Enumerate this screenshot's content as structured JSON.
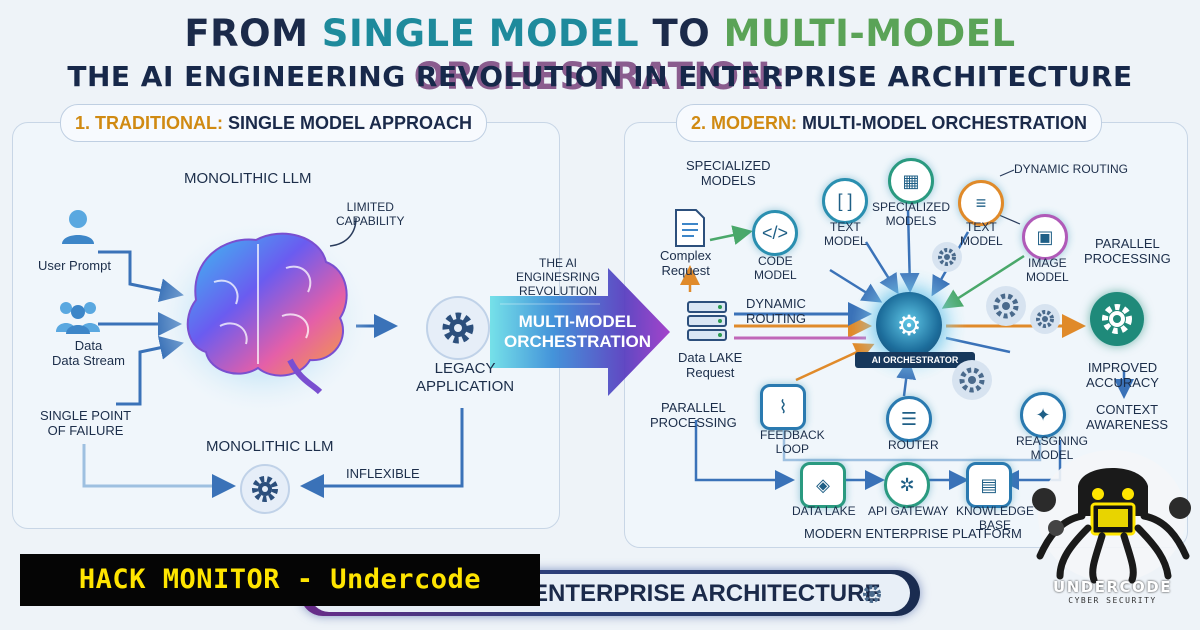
{
  "header": {
    "title_parts": [
      "FROM ",
      "SINGLE MODEL",
      " TO ",
      "MULTI-MODEL",
      " ORCHESTRATION:"
    ],
    "subtitle": "THE AI ENGINEERING REVOLUTION IN ENTERPRISE ARCHITECTURE"
  },
  "left_panel": {
    "heading_number": "1. TRADITIONAL:",
    "heading_rest": "SINGLE MODEL APPROACH",
    "top_title": "MONOLITHIC LLM",
    "limited": "LIMITED\nCAPABILITY",
    "user_prompt": "User Prompt",
    "data_stream": "Data\nData Stream",
    "single_point": "SINGLE POINT\nOF FAILURE",
    "legacy_app": "LEGACY\nAPPLICATION",
    "bottom_title": "MONOLITHIC LLM",
    "inflexible": "INFLEXIBLE"
  },
  "center": {
    "revolution": "THE AI\nENGINESRING\nREVOLUTION",
    "arrow_text": "MULTI-MODEL\nORCHESTRATION"
  },
  "right_panel": {
    "heading_number": "2. MODERN:",
    "heading_rest": "MULTI-MODEL ORCHESTRATION",
    "specialized_left": "SPECIALIZED\nMODELS",
    "complex_request": "Complex\nRequest",
    "code_model": "CODE\nMODEL",
    "text_model_1": "TEXT\nMODEL",
    "specialized_center": "SPECIALIZED\nMODELS",
    "text_model_2": "TEXT\nMODEL",
    "dynamic_routing_top": "DYNAMIC ROUTING",
    "image_model": "IMAGE\nMODEL",
    "parallel_right": "PARALLEL\nPROCESSING",
    "dynamic_routing_mid": "DYNAMIC\nROUTING",
    "data_lake_request": "Data LAKE\nRequest",
    "orchestrator": "AI ORCHESTRATOR",
    "improved": "IMPROVED\nACCURACY",
    "parallel_left": "PARALLEL\nPROCESSING",
    "feedback": "FEEDBACK\nLOOP",
    "router": "ROUTER",
    "context": "CONTEXT\nAWARENESS",
    "reasoning": "REASGNING\nMODEL",
    "data_lake": "DATA LAKE",
    "api_gateway": "API GATEWAY",
    "knowledge_base": "KNOWLEDGE\nBASE",
    "platform": "MODERN ENTERPRISE PLATFORM"
  },
  "footer": {
    "banner": "HACK MONITOR - Undercode",
    "pill_text": "ENTERPRISE ARCHITECTURE",
    "logo_text": "UNDERCODE",
    "logo_sub": "CYBER SECURITY"
  },
  "colors": {
    "dark_navy": "#1b2a4a",
    "teal": "#1e8a9c",
    "green": "#5aa357",
    "purple": "#8a5c8e",
    "accent_orange": "#d08a12",
    "banner_yellow": "#ffe500"
  },
  "icons": [
    "user-icon",
    "group-icon",
    "brain-icon",
    "gear-icon",
    "document-icon",
    "server-icon",
    "code-icon",
    "chip-icon",
    "image-icon",
    "chart-icon",
    "list-icon",
    "layers-icon",
    "network-icon",
    "database-icon",
    "lightbulb-icon",
    "octopus-mascot-icon"
  ]
}
